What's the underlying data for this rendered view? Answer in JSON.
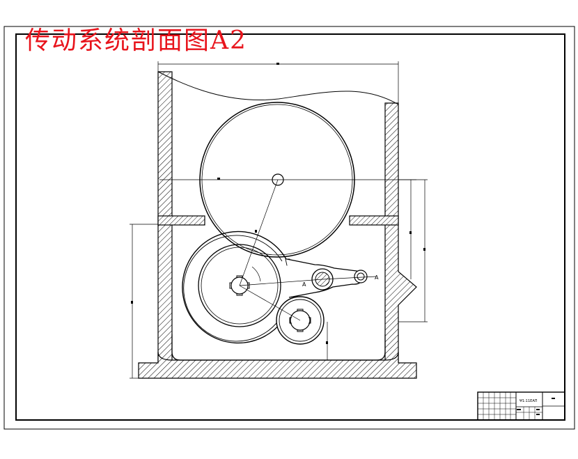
{
  "title": {
    "text": "传动系统剖面图A2",
    "color": "#e8141c"
  },
  "colors": {
    "line": "#000000",
    "paper": "#ffffff",
    "dimension": "#000000"
  },
  "labels": {
    "section_mark_left": "A",
    "section_mark_right": "A"
  },
  "title_block": {
    "drawing_name": "Ψ1:11EAΠ"
  },
  "icons": [
    "section-hatch",
    "gear-teeth",
    "keyway-shaft"
  ]
}
